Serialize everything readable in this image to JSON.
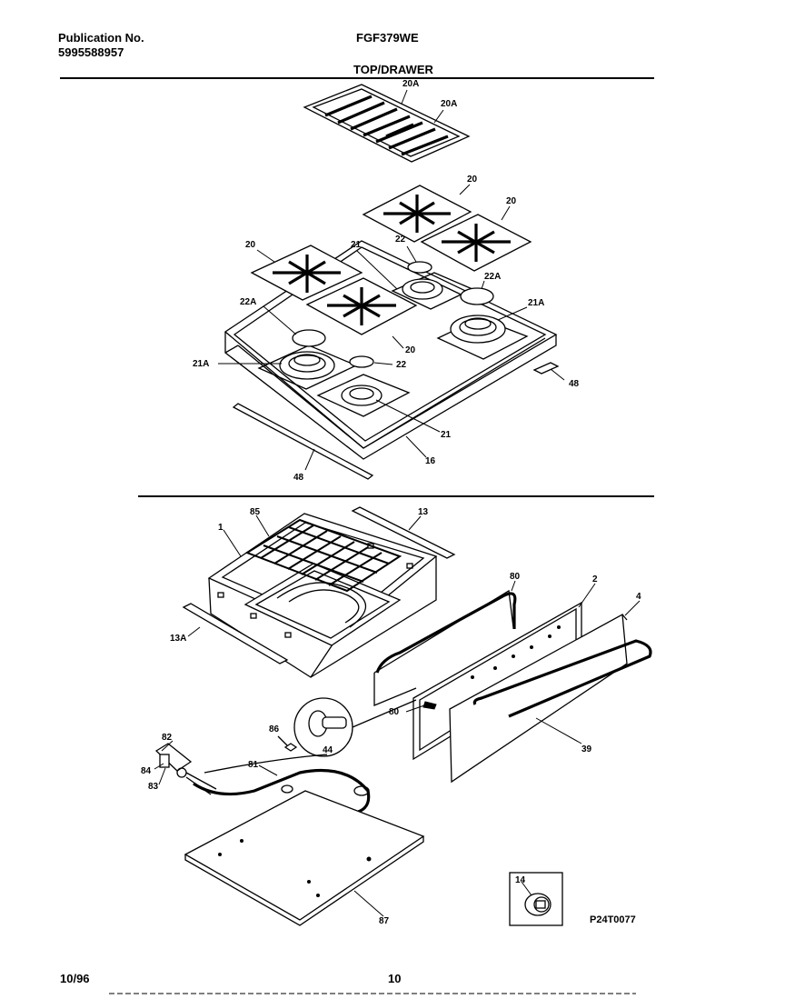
{
  "header": {
    "publication_label": "Publication No.",
    "publication_number": "5995588957",
    "model": "FGF379WE",
    "section_title": "TOP/DRAWER"
  },
  "footer": {
    "date": "10/96",
    "page": "10",
    "drawing_id": "P24T0077"
  },
  "callouts": {
    "c20a_top": "20A",
    "c20a_right": "20A",
    "c20_a": "20",
    "c20_b": "20",
    "c20_c": "20",
    "c20_d": "20",
    "c22_top": "22",
    "c21_top": "21",
    "c22a_right": "22A",
    "c21a_right": "21A",
    "c22a_left": "22A",
    "c21a_left": "21A",
    "c22_mid": "22",
    "c48_right": "48",
    "c21_bottom": "21",
    "c16": "16",
    "c48_bottom": "48",
    "c85": "85",
    "c13": "13",
    "c1": "1",
    "c80_top": "80",
    "c2": "2",
    "c4": "4",
    "c13a": "13A",
    "c80_mid": "80",
    "c86": "86",
    "c44": "44",
    "c39": "39",
    "c82": "82",
    "c84": "84",
    "c83": "83",
    "c81": "81",
    "c87": "87",
    "c14": "14"
  }
}
